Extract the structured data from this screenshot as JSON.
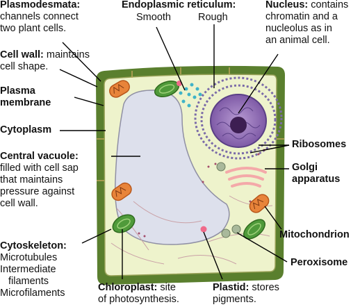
{
  "labels": {
    "plasmodesmata": {
      "name": "Plasmodesmata:",
      "line1": "channels connect",
      "line2": "two plant cells."
    },
    "er": {
      "name": "Endoplasmic reticulum:",
      "smooth": "Smooth",
      "rough": "Rough"
    },
    "nucleus": {
      "name": "Nucleus:",
      "desc1": "contains",
      "desc2": "chromatin and a",
      "desc3": "nucleolus as in",
      "desc4": "an animal cell."
    },
    "cell_wall": {
      "name": "Cell wall:",
      "desc1": "maintains",
      "desc2": "cell shape."
    },
    "plasma_membrane": {
      "line1": "Plasma",
      "line2": "membrane"
    },
    "cytoplasm": {
      "name": "Cytoplasm"
    },
    "ribosomes": {
      "name": "Ribosomes"
    },
    "central_vacuole": {
      "name": "Central vacuole:",
      "line1": "filled with cell sap",
      "line2": "that maintains",
      "line3": "pressure against",
      "line4": "cell wall."
    },
    "golgi": {
      "line1": "Golgi",
      "line2": "apparatus"
    },
    "mitochondrion": {
      "name": "Mitochondrion"
    },
    "cytoskeleton": {
      "name": "Cytoskeleton:",
      "line1": "Microtubules",
      "line2": "Intermediate",
      "line3": "filaments",
      "line4": "Microfilaments"
    },
    "peroxisome": {
      "name": "Peroxisome"
    },
    "chloroplast": {
      "name": "Chloroplast:",
      "desc1": "site",
      "desc2": "of photosynthesis."
    },
    "plastid": {
      "name": "Plastid:",
      "desc1": "stores",
      "desc2": "pigments."
    }
  },
  "colors": {
    "cell_wall": "#5a7f2e",
    "cytoplasm": "#eef3cc",
    "vacuole": "#dde0ec",
    "nucleus": "#8f6fb2",
    "nucleolus": "#3d1e52",
    "rough_er": "#7b6ba8",
    "smooth_er": "#3fb3c8",
    "golgi": "#f4a9a9",
    "mitochondrion": "#e8843a",
    "chloroplast": "#4f9a3a",
    "peroxisome": "#a9b99b",
    "plastid": "#f06a8a"
  }
}
